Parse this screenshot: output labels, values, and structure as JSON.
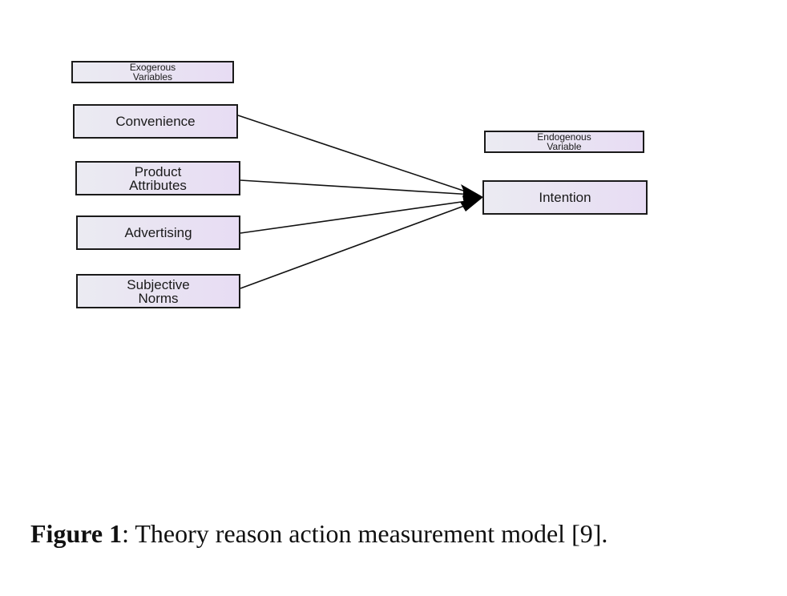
{
  "diagram": {
    "groups": {
      "exogenous_header": "Exogerous\nVariables",
      "endogenous_header": "Endogenous\n Variable"
    },
    "nodes": {
      "convenience": "Convenience",
      "product_attributes": "Product\nAttributes",
      "advertising": "Advertising",
      "subjective_norms": "Subjective\n Norms",
      "intention": "Intention"
    },
    "edges": [
      {
        "from": "convenience",
        "to": "intention"
      },
      {
        "from": "product_attributes",
        "to": "intention"
      },
      {
        "from": "advertising",
        "to": "intention"
      },
      {
        "from": "subjective_norms",
        "to": "intention"
      }
    ]
  },
  "caption": {
    "label": "Figure 1",
    "text": ": Theory reason action measurement model [9]."
  }
}
